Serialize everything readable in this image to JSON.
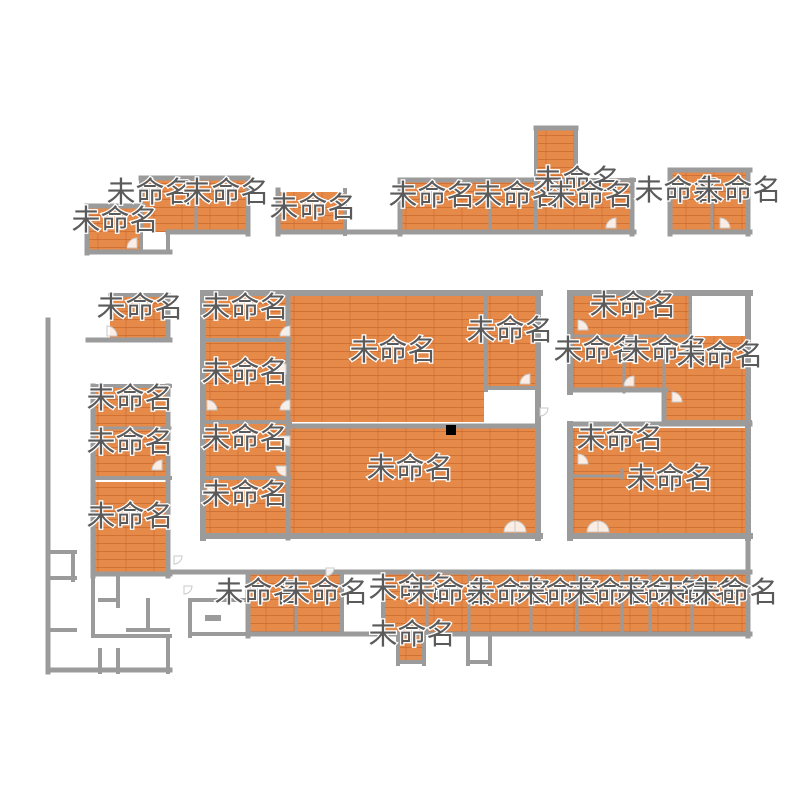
{
  "colors": {
    "floor": "#e68a4a",
    "floor_grain": "#c9692e",
    "wall": "#9b9b9b",
    "background": "#ffffff",
    "label_text": "#5a5a5a",
    "label_outline": "#ffffff",
    "door": "#c8c8c8",
    "marker": "#000000"
  },
  "rooms": [
    {
      "id": "r01",
      "label": "未命名"
    },
    {
      "id": "r02",
      "label": "未命名"
    },
    {
      "id": "r03",
      "label": "未命名"
    },
    {
      "id": "r04",
      "label": "未命名"
    },
    {
      "id": "r05",
      "label": "未命名"
    },
    {
      "id": "r06",
      "label": "未命名"
    },
    {
      "id": "r07",
      "label": "未命名"
    },
    {
      "id": "r08",
      "label": "未命名"
    },
    {
      "id": "r09",
      "label": "未命名"
    },
    {
      "id": "r10",
      "label": "未命名"
    },
    {
      "id": "r11",
      "label": "未命名"
    },
    {
      "id": "r12",
      "label": "未命名"
    },
    {
      "id": "r13",
      "label": "未命名"
    },
    {
      "id": "r14",
      "label": "未命名"
    },
    {
      "id": "r15",
      "label": "未命名"
    },
    {
      "id": "r16",
      "label": "未命名"
    },
    {
      "id": "r17",
      "label": "未命名"
    },
    {
      "id": "r18",
      "label": "未命名"
    },
    {
      "id": "r19",
      "label": "未命名"
    },
    {
      "id": "r20",
      "label": "未命名"
    },
    {
      "id": "r21",
      "label": "未命名"
    },
    {
      "id": "r22",
      "label": "未命名"
    },
    {
      "id": "r23",
      "label": "未命名"
    },
    {
      "id": "r24",
      "label": "未命名"
    },
    {
      "id": "r25",
      "label": "未命名"
    },
    {
      "id": "r26",
      "label": "未命名"
    },
    {
      "id": "r27",
      "label": "未命名"
    },
    {
      "id": "r28",
      "label": "未命名"
    },
    {
      "id": "r29",
      "label": "未命名"
    },
    {
      "id": "r30",
      "label": "未命名"
    },
    {
      "id": "r31",
      "label": "未命名"
    },
    {
      "id": "r32",
      "label": "未命名"
    },
    {
      "id": "r33",
      "label": "未命名"
    },
    {
      "id": "r34",
      "label": "未命名"
    },
    {
      "id": "r35",
      "label": "未命名"
    },
    {
      "id": "r36",
      "label": "未命名"
    },
    {
      "id": "r37",
      "label": "未命名"
    },
    {
      "id": "r38",
      "label": "未命名"
    }
  ]
}
